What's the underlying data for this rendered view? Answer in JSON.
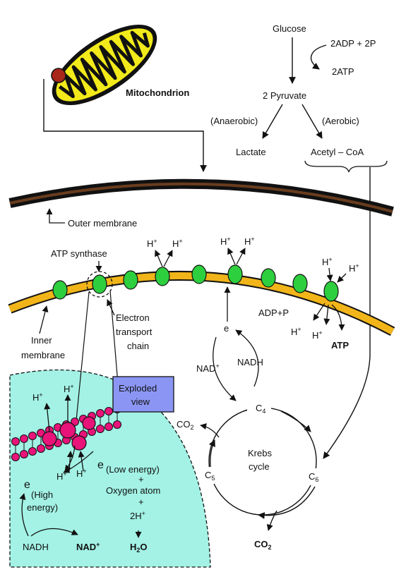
{
  "colors": {
    "mito_fill": "#f2ea1a",
    "inner_membrane": "#f1b51a",
    "outer_membrane": "#6a3d1e",
    "protein": "#2ecf3f",
    "exploded_bg": "#a3f2e5",
    "lipid_head": "#e8147a",
    "complex": "#e8147a",
    "exploded_box": "#8b96f4",
    "red_dot": "#a8261a"
  },
  "labels": {
    "mitochondrion": "Mitochondrion",
    "glucose": "Glucose",
    "adp_2p": "2ADP + 2P",
    "atp_2": "2ATP",
    "pyruvate": "2 Pyruvate",
    "anaerobic": "(Anaerobic)",
    "aerobic": "(Aerobic)",
    "lactate": "Lactate",
    "acetyl_coa": "Acetyl – CoA",
    "outer_membrane": "Outer membrane",
    "atp_synthase": "ATP synthase",
    "inner_membrane_1": "Inner",
    "inner_membrane_2": "membrane",
    "etc_1": "Electron",
    "etc_2": "transport",
    "etc_3": "chain",
    "h": "H",
    "plus": "+",
    "adp_p": "ADP+P",
    "atp": "ATP",
    "e": "e",
    "nad": "NAD",
    "nadh": "NADH",
    "c": "C",
    "sub4": "4",
    "sub5": "5",
    "sub6": "6",
    "co2": "CO",
    "sub2": "2",
    "krebs_1": "Krebs",
    "krebs_2": "cycle",
    "exploded_1": "Exploded",
    "exploded_2": "view",
    "low_energy": "(Low energy)",
    "high_1": "(High",
    "high_2": "energy)",
    "plus_sign": "+",
    "oxygen_atom": "Oxygen atom",
    "two_h": "2H",
    "h2o_h": "H",
    "h2o_o": "O"
  }
}
